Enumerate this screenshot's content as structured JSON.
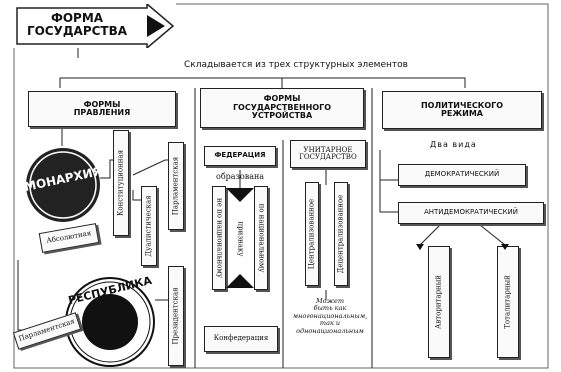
{
  "title": {
    "line1": "ФОРМА",
    "line2": "ГОСУДАРСТВА"
  },
  "subtitle": "Складывается из трех структурных элементов",
  "columns": {
    "government": {
      "header": {
        "line1": "ФОРМЫ",
        "line2": "ПРАВЛЕНИЯ"
      },
      "monarchy": "МОНАРХИЯ",
      "absolute": "Абсолютная",
      "constitutional": "Конституционная",
      "dualistic": "Дуалистическая",
      "parliamentary": "Парламентская",
      "republic": "РЕСПУБЛИКА",
      "republic_parliamentary": "Парламентская",
      "presidential": "Президентская"
    },
    "structure": {
      "header": {
        "line1": "ФОРМЫ",
        "line2": "ГОСУДАРСТВЕННОГО",
        "line3": "УСТРОЙСТВА"
      },
      "federation": "ФЕДЕРАЦИЯ",
      "formed": "образована",
      "national_principle": "по национальному",
      "principle": "признаку",
      "not_national": "не по национальному",
      "unitary": {
        "line1": "УНИТАРНОЕ",
        "line2": "ГОСУДАРСТВО"
      },
      "centralized": "Централизованное",
      "decentralized": "Децентрализованное",
      "note": {
        "line1": "Может",
        "line2": "быть как",
        "line3": "многонациональным,",
        "line4": "так и",
        "line5": "однонациональным"
      },
      "confederation": "Конфедерация"
    },
    "regime": {
      "header": {
        "line1": "ПОЛИТИЧЕСКОГО",
        "line2": "РЕЖИМА"
      },
      "two_kinds": "Два вида",
      "democratic": "ДЕМОКРАТИЧЕСКИЙ",
      "antidemocratic": "АНТИДЕМОКРАТИЧЕСКИЙ",
      "authoritarian": "Авторитарный",
      "totalitarian": "Тоталитарный"
    }
  }
}
